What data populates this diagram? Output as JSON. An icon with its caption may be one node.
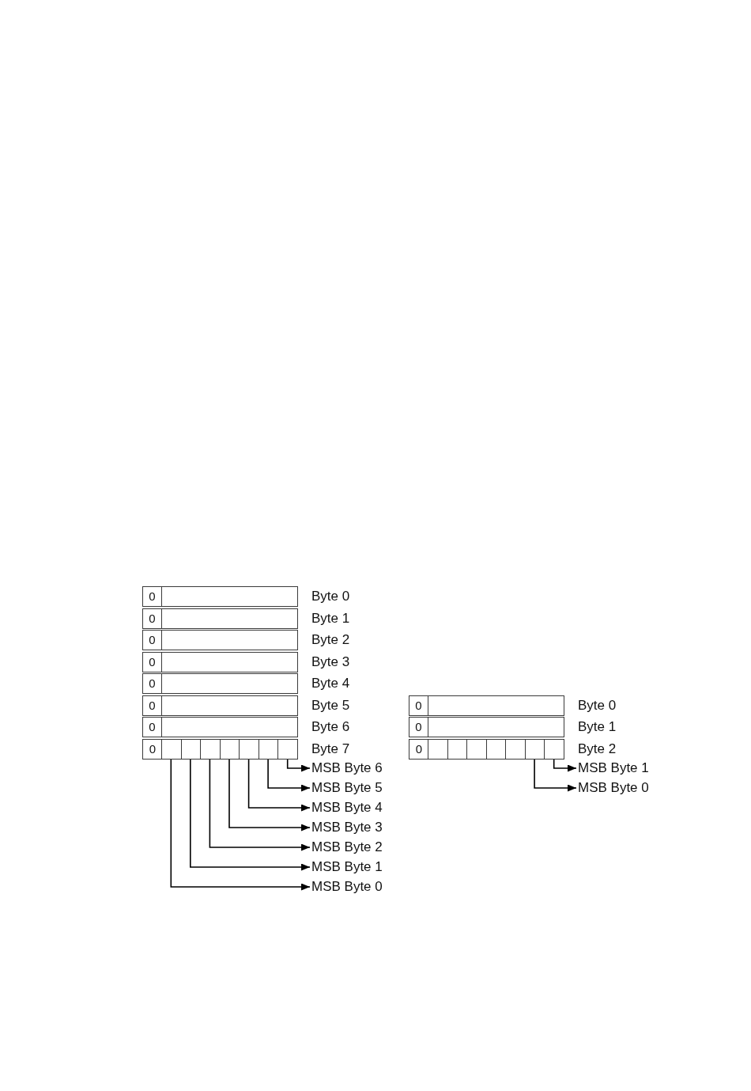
{
  "diagram": {
    "nodes": [
      {
        "text": [
          "0"
        ],
        "beside": [
          "Byte 0"
        ]
      },
      {
        "text": [
          "0"
        ],
        "beside": [
          "Byte 1"
        ]
      },
      {
        "text": [
          "0"
        ],
        "beside": [
          "Byte 2"
        ]
      },
      {
        "text": [
          "0"
        ],
        "beside": [
          "Byte 3"
        ]
      },
      {
        "text": [
          "0"
        ],
        "beside": [
          "Byte 4"
        ]
      },
      {
        "text": [
          "0"
        ],
        "beside": [
          "Byte 5"
        ]
      },
      {
        "text": [
          "0"
        ],
        "beside": [
          "Byte 6"
        ]
      },
      {
        "text": [
          "0"
        ],
        "beside": [
          "Byte 7"
        ]
      },
      {
        "text": [],
        "shape": "box",
        "in": 7
      },
      {
        "text": [],
        "shape": "box",
        "in": 7
      },
      {
        "text": [],
        "shape": "box",
        "in": 7
      },
      {
        "text": [],
        "shape": "box",
        "in": 7
      },
      {
        "text": [],
        "shape": "box",
        "in": 7
      },
      {
        "text": [],
        "shape": "box",
        "in": 7
      },
      {
        "text": [],
        "shape": "box",
        "in": 7
      },
      {
        "text": [
          "MSB Byte 6"
        ]
      },
      {
        "text": [
          "MSB Byte 5"
        ]
      },
      {
        "text": [
          "MSB Byte 4"
        ]
      },
      {
        "text": [
          "MSB Byte 3"
        ]
      },
      {
        "text": [
          "MSB Byte 2"
        ]
      },
      {
        "text": [
          "MSB Byte 1"
        ]
      },
      {
        "text": [
          "MSB Byte 0"
        ]
      },
      {
        "text": [
          "0"
        ],
        "beside": [
          "Byte 0"
        ]
      },
      {
        "text": [
          "0"
        ],
        "beside": [
          "Byte 1"
        ]
      },
      {
        "text": [
          "0"
        ],
        "beside": [
          "Byte 2"
        ]
      },
      {
        "text": [],
        "shape": "box",
        "in": 24
      },
      {
        "text": [],
        "shape": "box",
        "in": 24
      },
      {
        "text": [],
        "shape": "box",
        "in": 24
      },
      {
        "text": [],
        "shape": "box",
        "in": 24
      },
      {
        "text": [],
        "shape": "box",
        "in": 24
      },
      {
        "text": [],
        "shape": "box",
        "in": 24
      },
      {
        "text": [],
        "shape": "box",
        "in": 24
      },
      {
        "text": [
          "MSB Byte 1"
        ]
      },
      {
        "text": [
          "MSB Byte 0"
        ]
      }
    ],
    "edges": [
      {
        "from": 14,
        "to": 15,
        "arrow": "to"
      },
      {
        "from": 13,
        "to": 16,
        "arrow": "to"
      },
      {
        "from": 12,
        "to": 17,
        "arrow": "to"
      },
      {
        "from": 11,
        "to": 18,
        "arrow": "to"
      },
      {
        "from": 10,
        "to": 19,
        "arrow": "to"
      },
      {
        "from": 9,
        "to": 20,
        "arrow": "to"
      },
      {
        "from": 8,
        "to": 21,
        "arrow": "to"
      },
      {
        "from": 31,
        "to": 32,
        "arrow": "to"
      },
      {
        "from": 30,
        "to": 33,
        "arrow": "to"
      }
    ]
  }
}
